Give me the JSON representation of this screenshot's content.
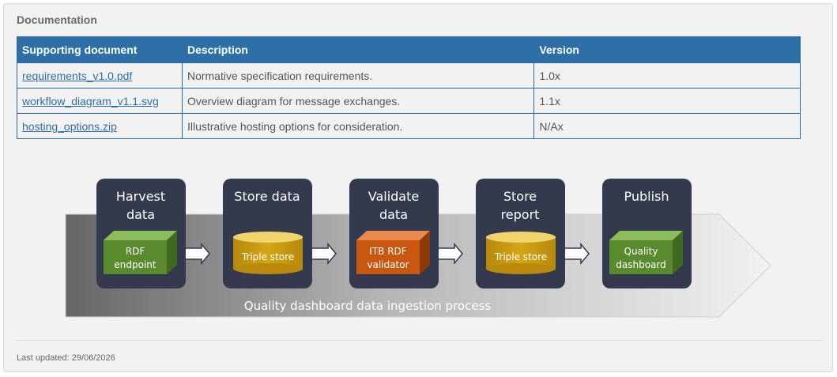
{
  "section": {
    "title": "Documentation"
  },
  "table": {
    "headers": [
      "Supporting document",
      "Description",
      "Version"
    ],
    "rows": [
      {
        "document": "requirements_v1.0.pdf",
        "description": "Normative specification requirements.",
        "version": "1.0x"
      },
      {
        "document": "workflow_diagram_v1.1.svg",
        "description": "Overview diagram for message exchanges.",
        "version": "1.1x"
      },
      {
        "document": "hosting_options.zip",
        "description": "Illustrative hosting options for consideration.",
        "version": "N/Ax"
      }
    ]
  },
  "diagram": {
    "caption": "Quality dashboard data ingestion process",
    "colors": {
      "box": "#333a4e",
      "green": "#5a8a2e",
      "orange": "#c9570f",
      "yellow": "#c79a09",
      "header": "#2f6fa7"
    },
    "steps": [
      {
        "title_line1": "Harvest",
        "title_line2": "data",
        "item_line1": "RDF",
        "item_line2": "endpoint",
        "shape": "cube",
        "color": "green"
      },
      {
        "title_line1": "Store data",
        "title_line2": "",
        "item_line1": "Triple store",
        "item_line2": "",
        "shape": "cylinder",
        "color": "yellow"
      },
      {
        "title_line1": "Validate",
        "title_line2": "data",
        "item_line1": "ITB RDF",
        "item_line2": "validator",
        "shape": "cube",
        "color": "orange"
      },
      {
        "title_line1": "Store",
        "title_line2": "report",
        "item_line1": "Triple store",
        "item_line2": "",
        "shape": "cylinder",
        "color": "yellow"
      },
      {
        "title_line1": "Publish",
        "title_line2": "",
        "item_line1": "Quality",
        "item_line2": "dashboard",
        "shape": "cube",
        "color": "green"
      }
    ]
  },
  "footer": {
    "last_updated": "Last updated: 29/06/2026"
  }
}
